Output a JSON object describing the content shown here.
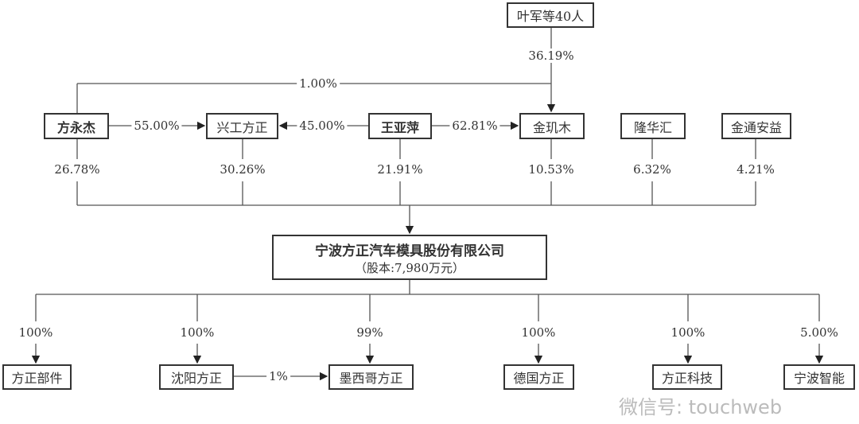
{
  "top": {
    "name": "叶军等40人",
    "pct": "36.19%"
  },
  "cross_pct": "1.00%",
  "shareholders": [
    {
      "name": "方永杰",
      "pct": "26.78%"
    },
    {
      "name": "兴工方正",
      "pct": "30.26%"
    },
    {
      "name": "王亚萍",
      "pct": "21.91%"
    },
    {
      "name": "金玑木",
      "pct": "10.53%"
    },
    {
      "name": "隆华汇",
      "pct": "6.32%"
    },
    {
      "name": "金通安益",
      "pct": "4.21%"
    }
  ],
  "links": {
    "fang_to_xinggong": "55.00%",
    "wang_to_xinggong": "45.00%",
    "wang_to_jinjimu": "62.81%",
    "shenyang_to_mexico": "1%"
  },
  "company": {
    "name": "宁波方正汽车模具股份有限公司",
    "capital": "（股本:7,980万元）"
  },
  "subsidiaries": [
    {
      "name": "方正部件",
      "pct": "100%"
    },
    {
      "name": "沈阳方正",
      "pct": "100%"
    },
    {
      "name": "墨西哥方正",
      "pct": "99%"
    },
    {
      "name": "德国方正",
      "pct": "100%"
    },
    {
      "name": "方正科技",
      "pct": "100%"
    },
    {
      "name": "宁波智能",
      "pct": "5.00%"
    }
  ],
  "watermark": "微信号: touchweb"
}
